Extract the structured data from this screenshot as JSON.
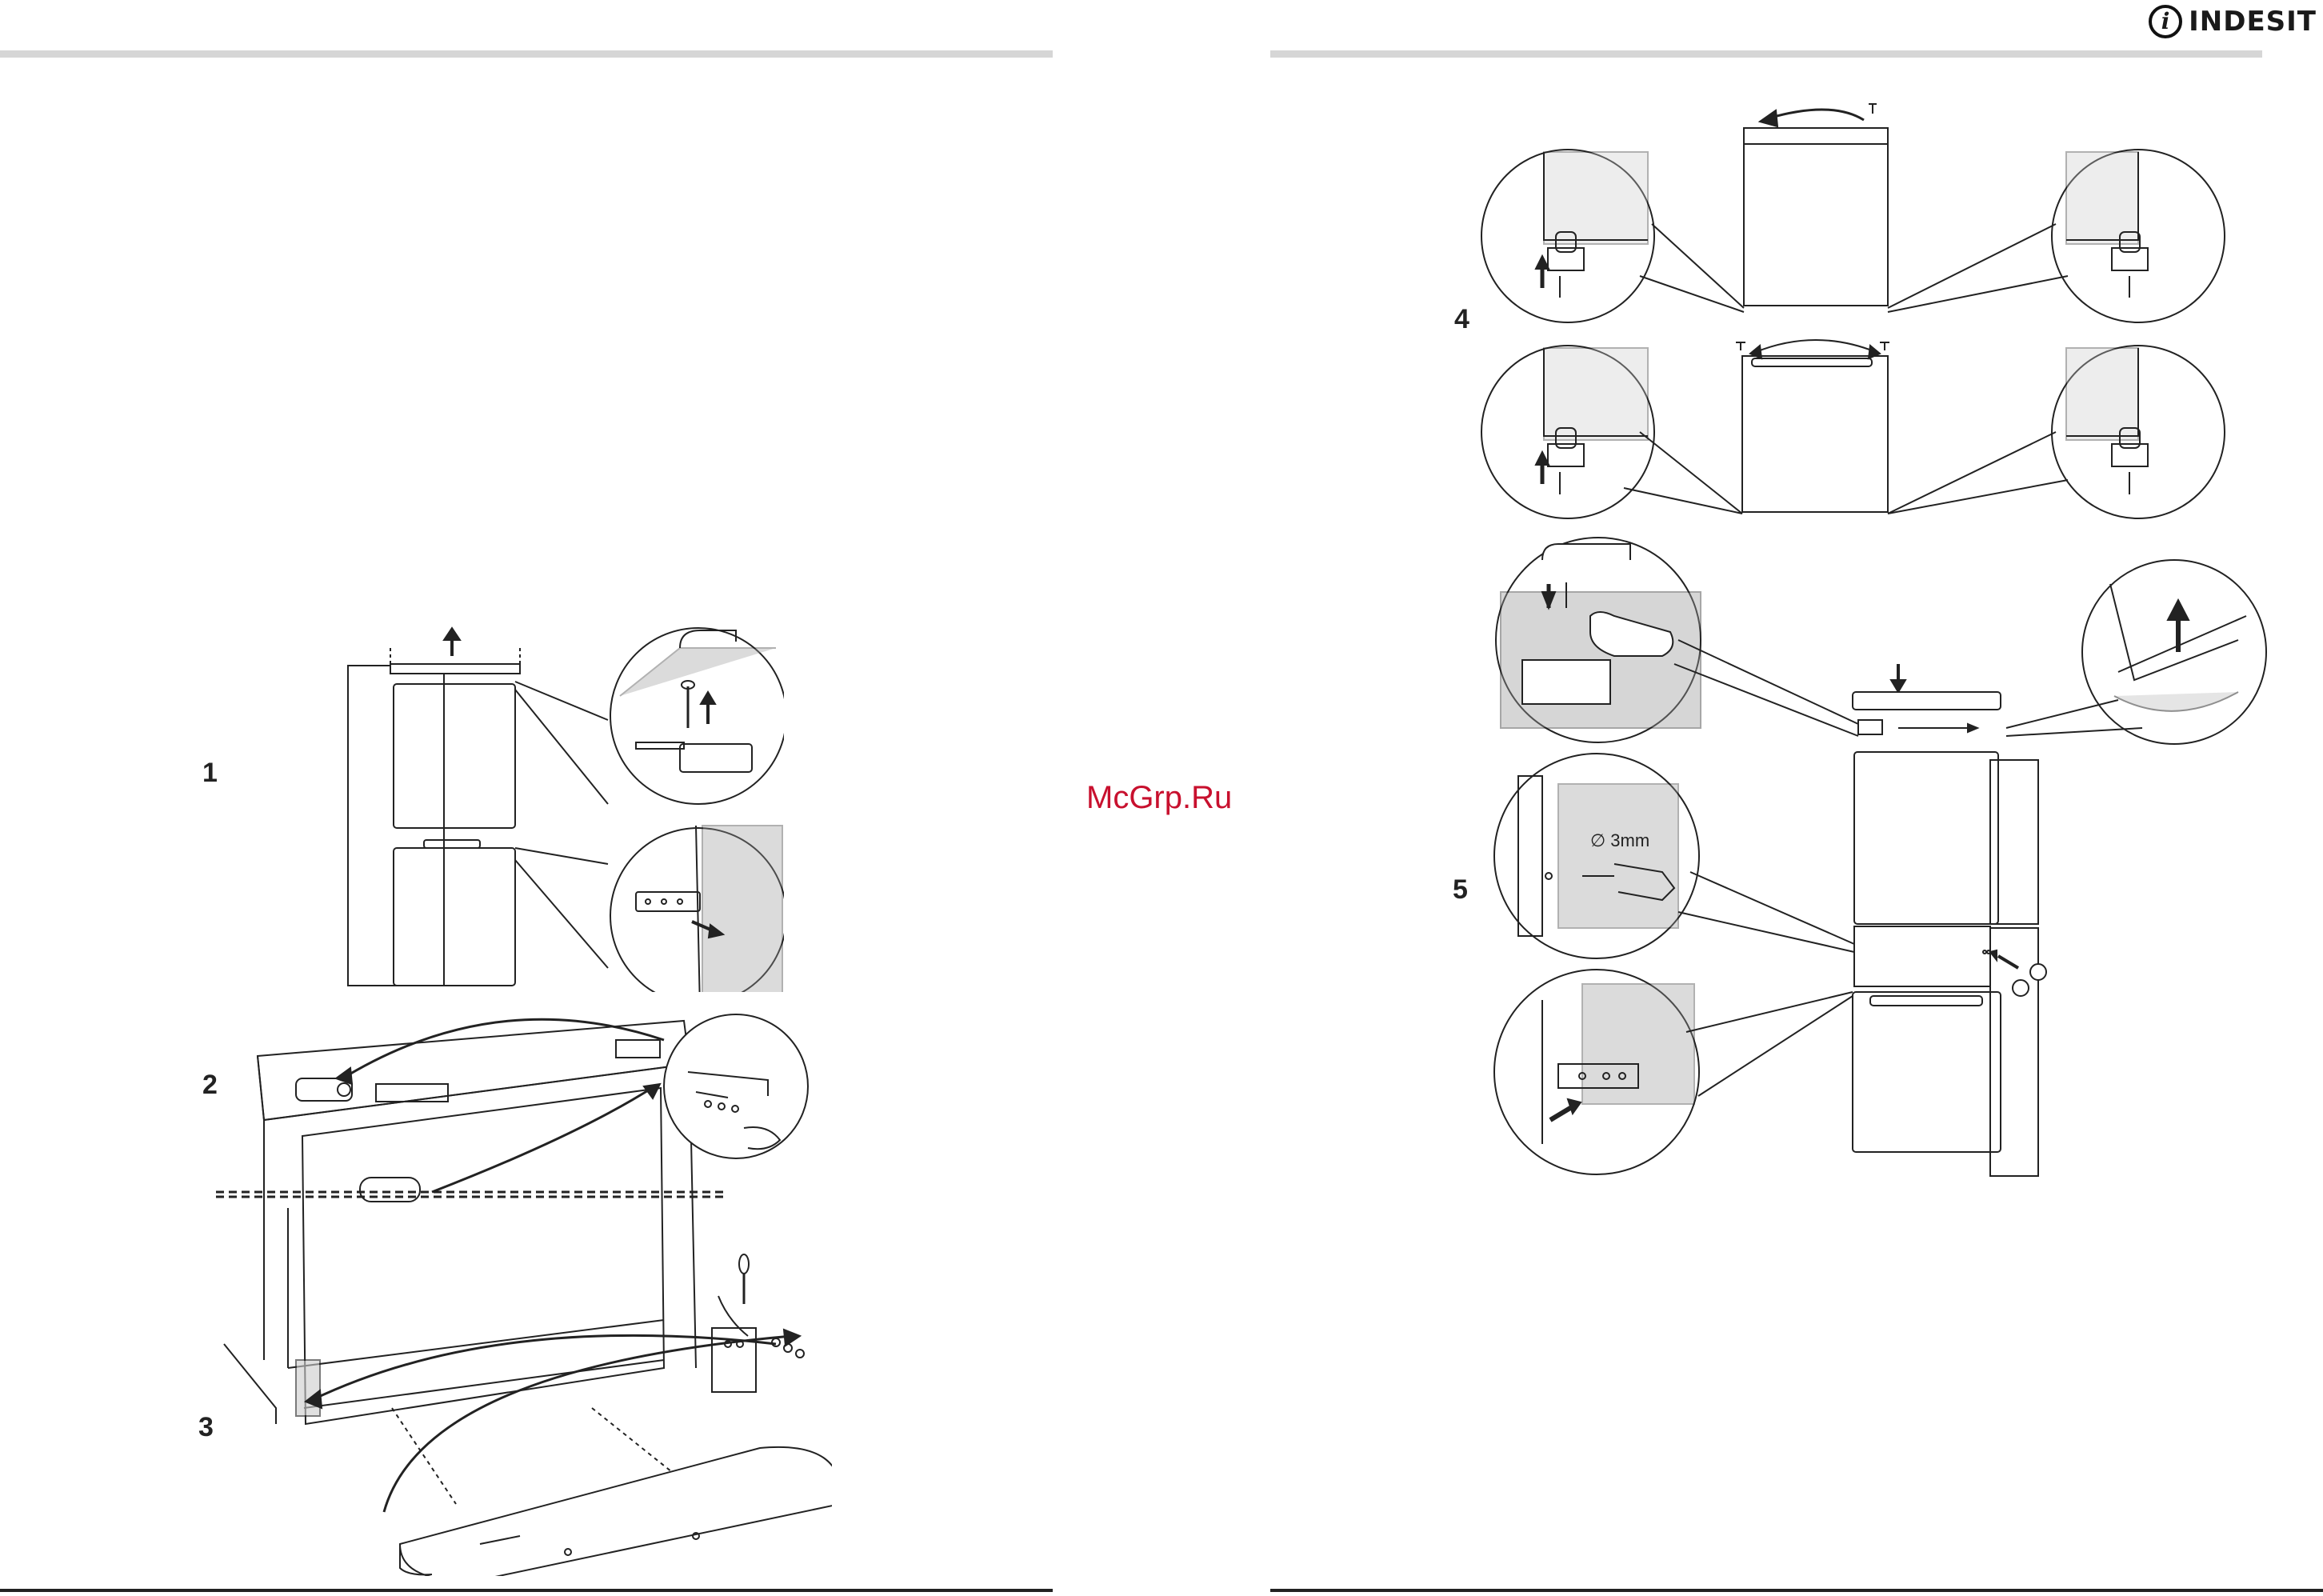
{
  "brand": {
    "logo_glyph": "i",
    "name": "INDESIT"
  },
  "watermark": "McGrp.Ru",
  "left_page": {
    "steps": [
      "1",
      "2",
      "3"
    ]
  },
  "right_page": {
    "steps": [
      "4",
      "5"
    ],
    "drill_label": "∅ 3mm"
  }
}
